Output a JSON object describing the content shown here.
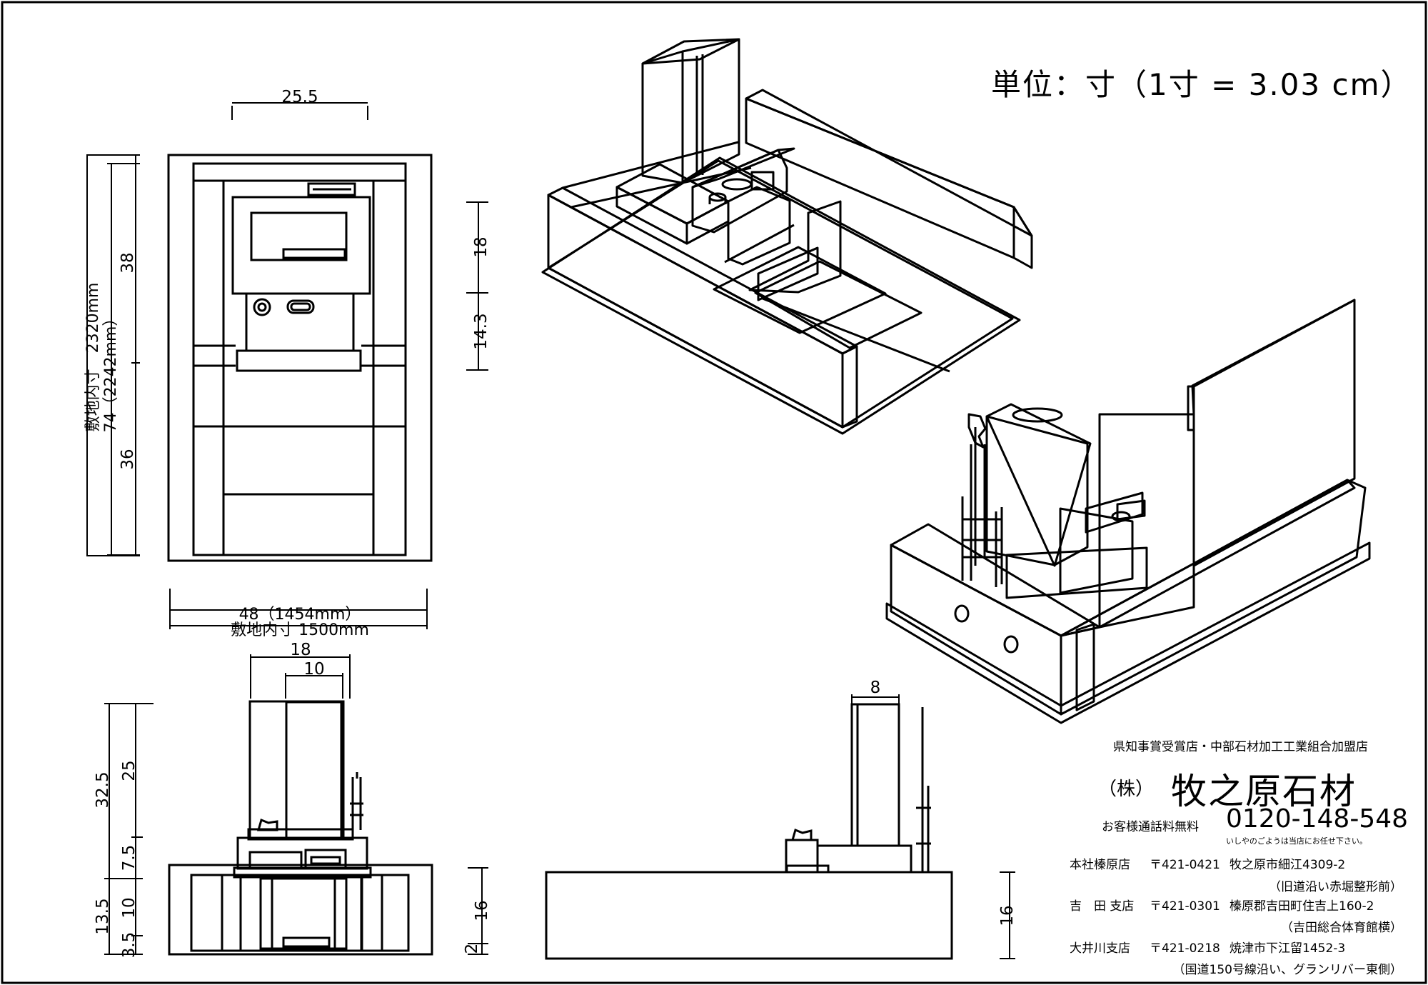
{
  "unit_note": "単位：寸（1寸 = 3.03 cm）",
  "dimensions": {
    "top_width": "25.5",
    "total_depth": "敷地内寸　2320mm",
    "inner_depth": "74（2242mm）",
    "depth_rear": "38",
    "depth_front": "36",
    "base_h1": "18",
    "base_h2": "14.3",
    "plan_width": "48（1454mm）",
    "site_width": "敷地内寸 1500mm",
    "front_w1": "18",
    "front_w2": "10",
    "front_h_total": "32.5",
    "front_h_upper": "25",
    "front_h_mid": "7.5",
    "front_h_base": "13.5",
    "front_h_base_upper": "10",
    "front_h_base_lower": "3.5",
    "front_side_16": "16",
    "front_side_2": "2",
    "side_top": "8",
    "side_base": "16"
  },
  "company": {
    "award": "県知事賞受賞店・中部石材加工工業組合加盟店",
    "prefix": "（株）",
    "name": "牧之原石材",
    "toll_free_label": "お客様通話料無料",
    "phone": "0120-148-548",
    "tagline": "いしやのごようは当店にお任せ下さい。",
    "branches": [
      {
        "name": "本社榛原店",
        "zip": "〒421-0421",
        "address": "牧之原市細江4309-2",
        "note": "（旧道沿い赤堀整形前）"
      },
      {
        "name": "吉　田 支店",
        "zip": "〒421-0301",
        "address": "榛原郡吉田町住吉上160-2",
        "note": "（吉田総合体育館横）"
      },
      {
        "name": "大井川支店",
        "zip": "〒421-0218",
        "address": "焼津市下江留1452-3",
        "note": "（国道150号線沿い、グランリバー東側）"
      }
    ]
  }
}
